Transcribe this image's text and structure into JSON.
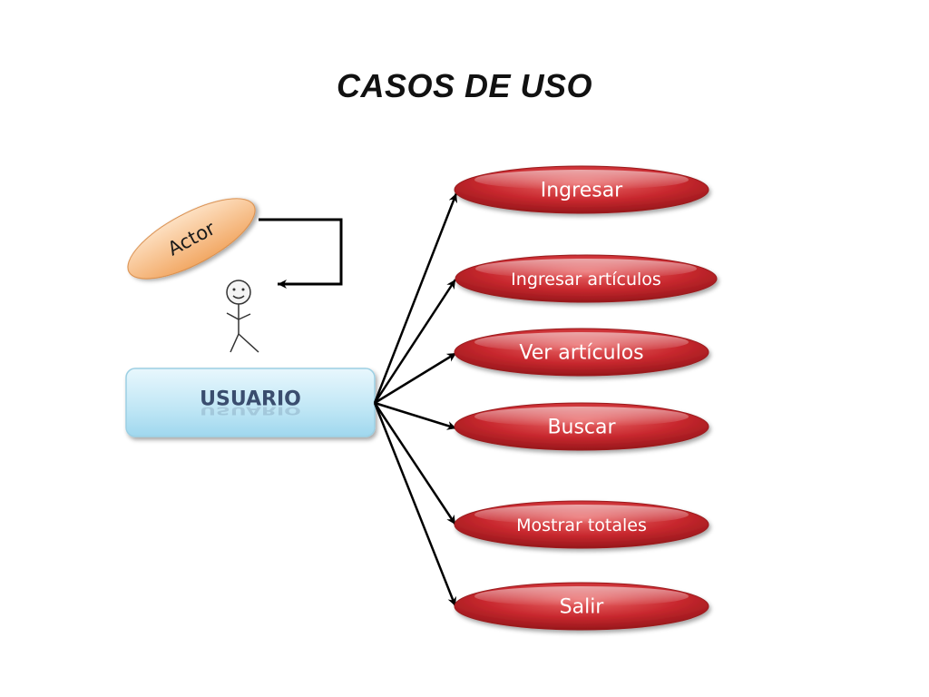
{
  "title": "CASOS DE USO",
  "actor_label": "Actor",
  "system_label": "USUARIO",
  "use_cases": [
    {
      "label": "Ingresar"
    },
    {
      "label": "Ingresar artículos"
    },
    {
      "label": "Ver artículos"
    },
    {
      "label": "Buscar"
    },
    {
      "label": "Mostrar totales"
    },
    {
      "label": "Salir"
    }
  ],
  "colors": {
    "use_case_fill": "#c0232a",
    "actor_fill": "#f5b77a",
    "system_fill": "#bfe6f5",
    "arrow": "#000000"
  }
}
